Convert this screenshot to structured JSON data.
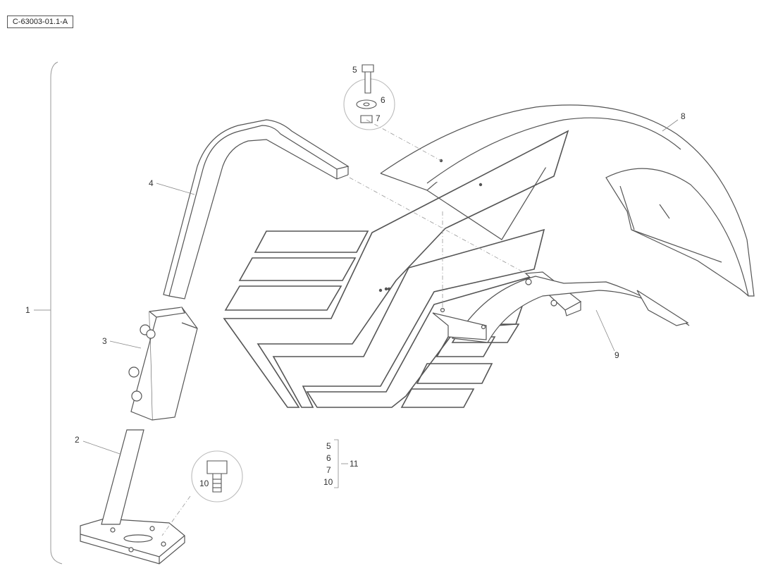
{
  "document_id": "C-63003-01.1-A",
  "colors": {
    "line": "#555555",
    "thin": "#888888",
    "label": "#333333",
    "background": "#ffffff"
  },
  "callouts": {
    "c1": "1",
    "c2": "2",
    "c3": "3",
    "c4": "4",
    "c5": "5",
    "c6": "6",
    "c7": "7",
    "c8": "8",
    "c9": "9",
    "c10": "10",
    "c11": "11"
  },
  "kit_list": [
    "5",
    "6",
    "7",
    "10"
  ]
}
